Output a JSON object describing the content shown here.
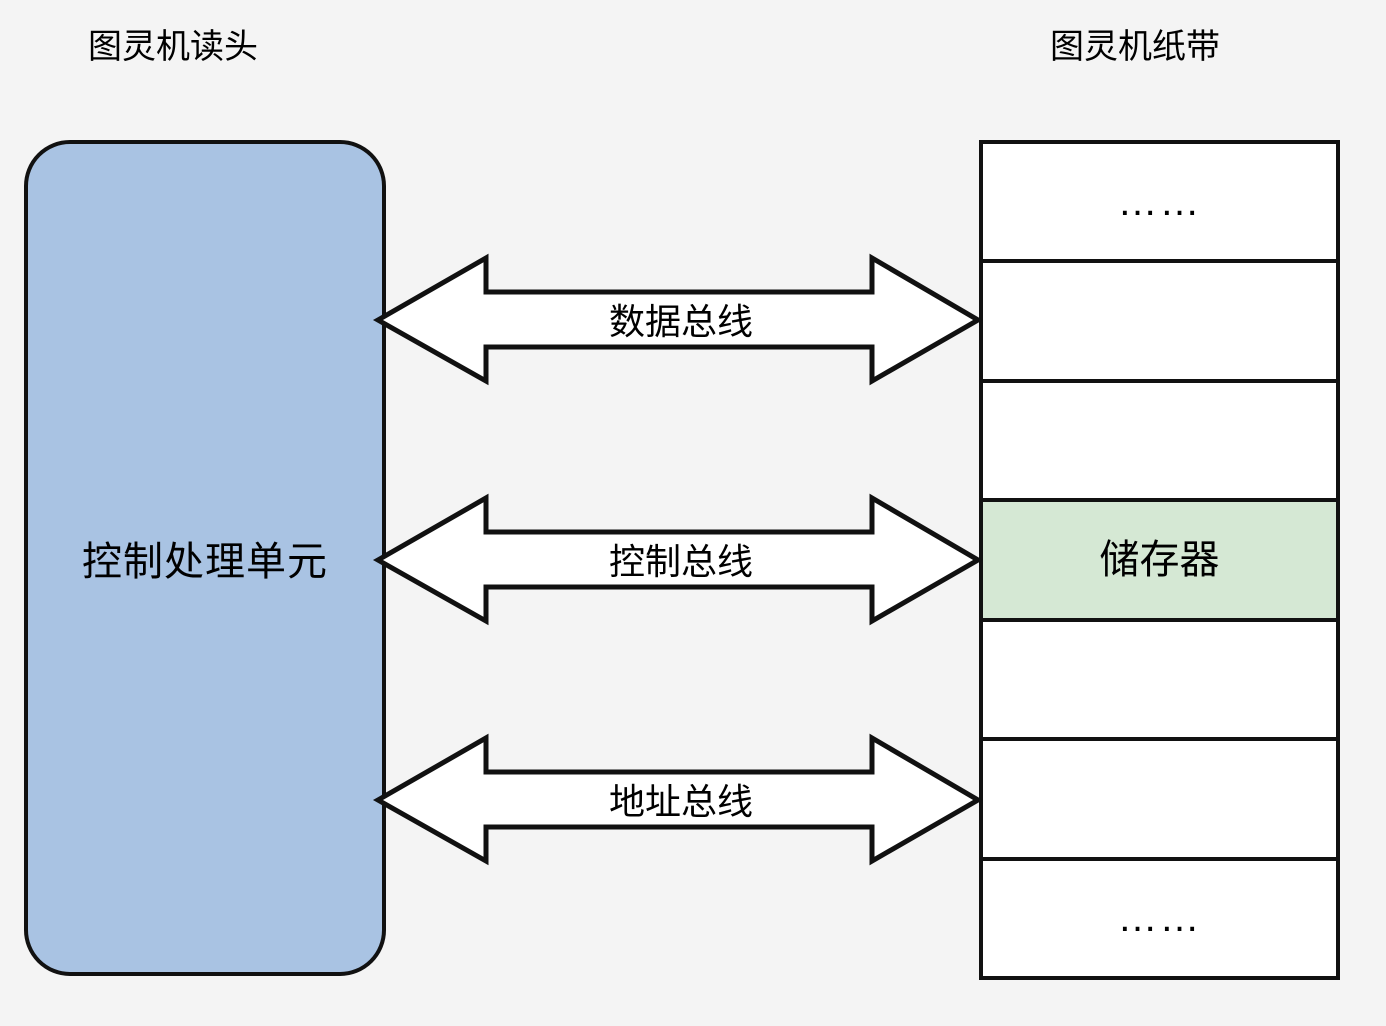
{
  "diagram": {
    "background_color": "#f4f4f4",
    "titles": {
      "left": "图灵机读头",
      "right": "图灵机纸带"
    },
    "cpu": {
      "label": "控制处理单元",
      "fill_color": "#a9c3e3",
      "stroke_color": "#111111"
    },
    "buses": [
      {
        "label": "数据总线"
      },
      {
        "label": "控制总线"
      },
      {
        "label": "地址总线"
      }
    ],
    "tape": {
      "cells": [
        {
          "label": "……",
          "highlight": false
        },
        {
          "label": "",
          "highlight": false
        },
        {
          "label": "",
          "highlight": false
        },
        {
          "label": "储存器",
          "highlight": true
        },
        {
          "label": "",
          "highlight": false
        },
        {
          "label": "",
          "highlight": false
        },
        {
          "label": "……",
          "highlight": false
        }
      ],
      "highlight_color": "#d5e8d4",
      "cell_fill_color": "#ffffff",
      "stroke_color": "#111111"
    }
  }
}
